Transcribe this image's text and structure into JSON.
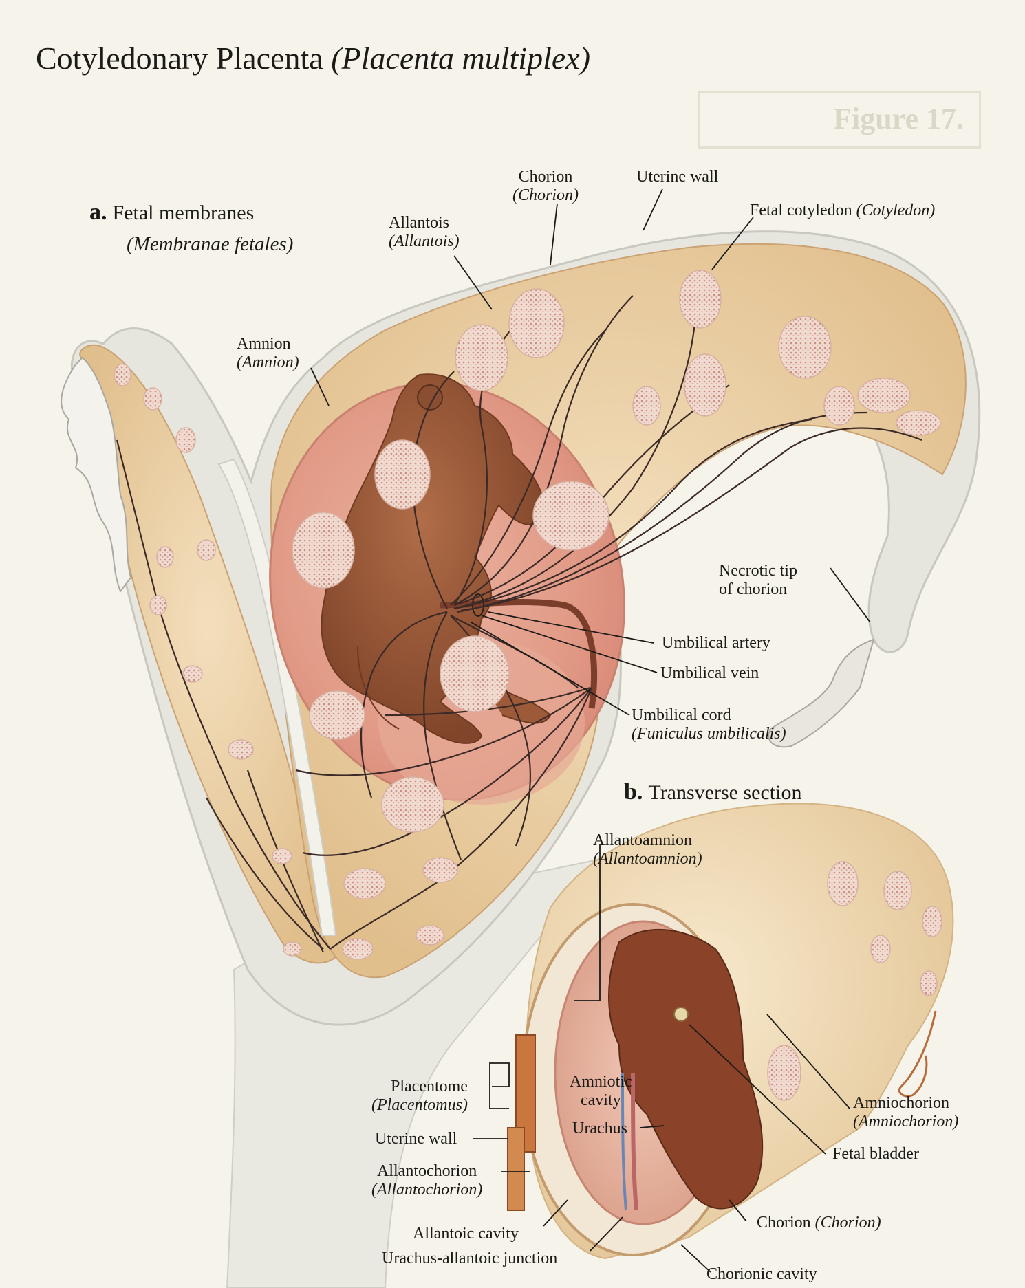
{
  "title": {
    "main": "Cotyledonary Placenta",
    "latin": "(Placenta multiplex)"
  },
  "background_text": {
    "figure_label": "Figure 17."
  },
  "panel_a": {
    "letter": "a.",
    "heading": "Fetal membranes",
    "heading_latin": "(Membranae fetales)",
    "labels": {
      "chorion": "Chorion",
      "chorion_latin": "(Chorion)",
      "uterine_wall": "Uterine wall",
      "fetal_cotyledon": "Fetal cotyledon",
      "fetal_cotyledon_latin": "(Cotyledon)",
      "allantois": "Allantois",
      "allantois_latin": "(Allantois)",
      "amnion": "Amnion",
      "amnion_latin": "(Amnion)",
      "necrotic_tip_1": "Necrotic tip",
      "necrotic_tip_2": "of chorion",
      "umbilical_artery": "Umbilical artery",
      "umbilical_vein": "Umbilical vein",
      "umbilical_cord": "Umbilical cord",
      "umbilical_cord_latin": "(Funiculus umbilicalis)"
    }
  },
  "panel_b": {
    "letter": "b.",
    "heading": "Transverse section",
    "labels": {
      "allantoamnion": "Allantoamnion",
      "allantoamnion_latin": "(Allantoamnion)",
      "placentome": "Placentome",
      "placentome_latin": "(Placentomus)",
      "amniotic_cavity_1": "Amniotic",
      "amniotic_cavity_2": "cavity",
      "urachus": "Urachus",
      "uterine_wall": "Uterine wall",
      "allantochorion": "Allantochorion",
      "allantochorion_latin": "(Allantochorion)",
      "allantoic_cavity": "Allantoic cavity",
      "urachus_allantoic_junction": "Urachus-allantoic junction",
      "amniochorion": "Amniochorion",
      "amniochorion_latin": "(Amniochorion)",
      "fetal_bladder": "Fetal bladder",
      "chorion": "Chorion",
      "chorion_latin": "(Chorion)",
      "chorionic_cavity": "Chorionic cavity"
    }
  },
  "colors": {
    "membrane": "#ecd1a4",
    "amnion": "#e3a590",
    "fetus": "#9c5a38",
    "wall": "#e8e7df",
    "vessel": "#3b2a28",
    "cotyledon": "#f1d9cf"
  }
}
